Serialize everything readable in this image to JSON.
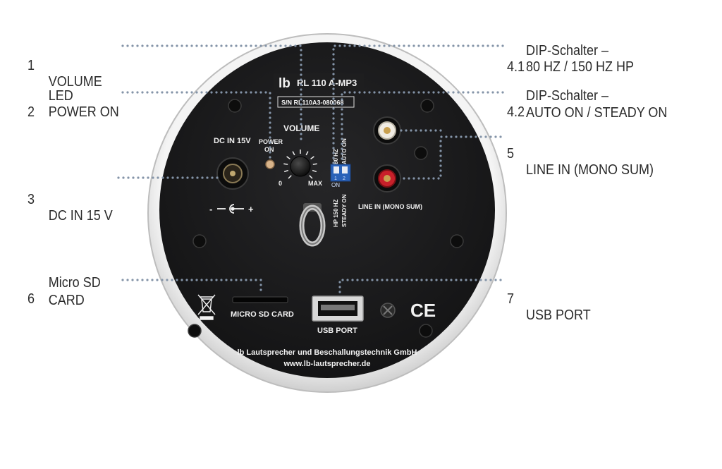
{
  "callouts": [
    {
      "num": "1",
      "lines": [
        "VOLUME"
      ]
    },
    {
      "num": "2",
      "lines": [
        "LED",
        "POWER ON"
      ]
    },
    {
      "num": "3",
      "lines": [
        "DC IN 15 V"
      ]
    },
    {
      "num": "6",
      "lines": [
        "Micro SD",
        "CARD"
      ]
    },
    {
      "num": "4.1",
      "lines": [
        "DIP-Schalter –",
        "80 HZ / 150 HZ HP"
      ]
    },
    {
      "num": "4.2",
      "lines": [
        "DIP-Schalter –",
        "AUTO ON / STEADY ON"
      ]
    },
    {
      "num": "5",
      "lines": [
        "LINE IN (MONO SUM)"
      ]
    },
    {
      "num": "7",
      "lines": [
        "USB PORT"
      ]
    }
  ],
  "panel": {
    "logo": "lb",
    "model": "RL 110 A-MP3",
    "serial": "S/N RL110A3-080068",
    "dc_in": "DC IN 15V",
    "polarity_minus": "-",
    "polarity_plus": "+",
    "power_on_1": "POWER",
    "power_on_2": "ON",
    "volume": "VOLUME",
    "vol_min": "0",
    "vol_max": "MAX",
    "dip_top_1": "80 HZ",
    "dip_top_2": "AUTO ON",
    "dip_bottom_1": "HP 150 HZ",
    "dip_bottom_2": "STEADY ON",
    "dip_on": "ON",
    "dip_sw1": "1",
    "dip_sw2": "2",
    "line_in": "LINE IN  (MONO SUM)",
    "micro_sd": "MICRO SD CARD",
    "usb_port": "USB PORT",
    "ce_mark": "CE",
    "company": "lb Lautsprecher und Beschallungstechnik GmbH",
    "website": "www.lb-lautsprecher.de"
  },
  "colors": {
    "panel": "#1b1b1d",
    "housing": "#e6e6e6",
    "dots": "#8494a8",
    "text": "#2b2b2b",
    "dip_blue": "#2a62b8",
    "rca_red": "#c8202a",
    "rca_white": "#f0ece4"
  }
}
